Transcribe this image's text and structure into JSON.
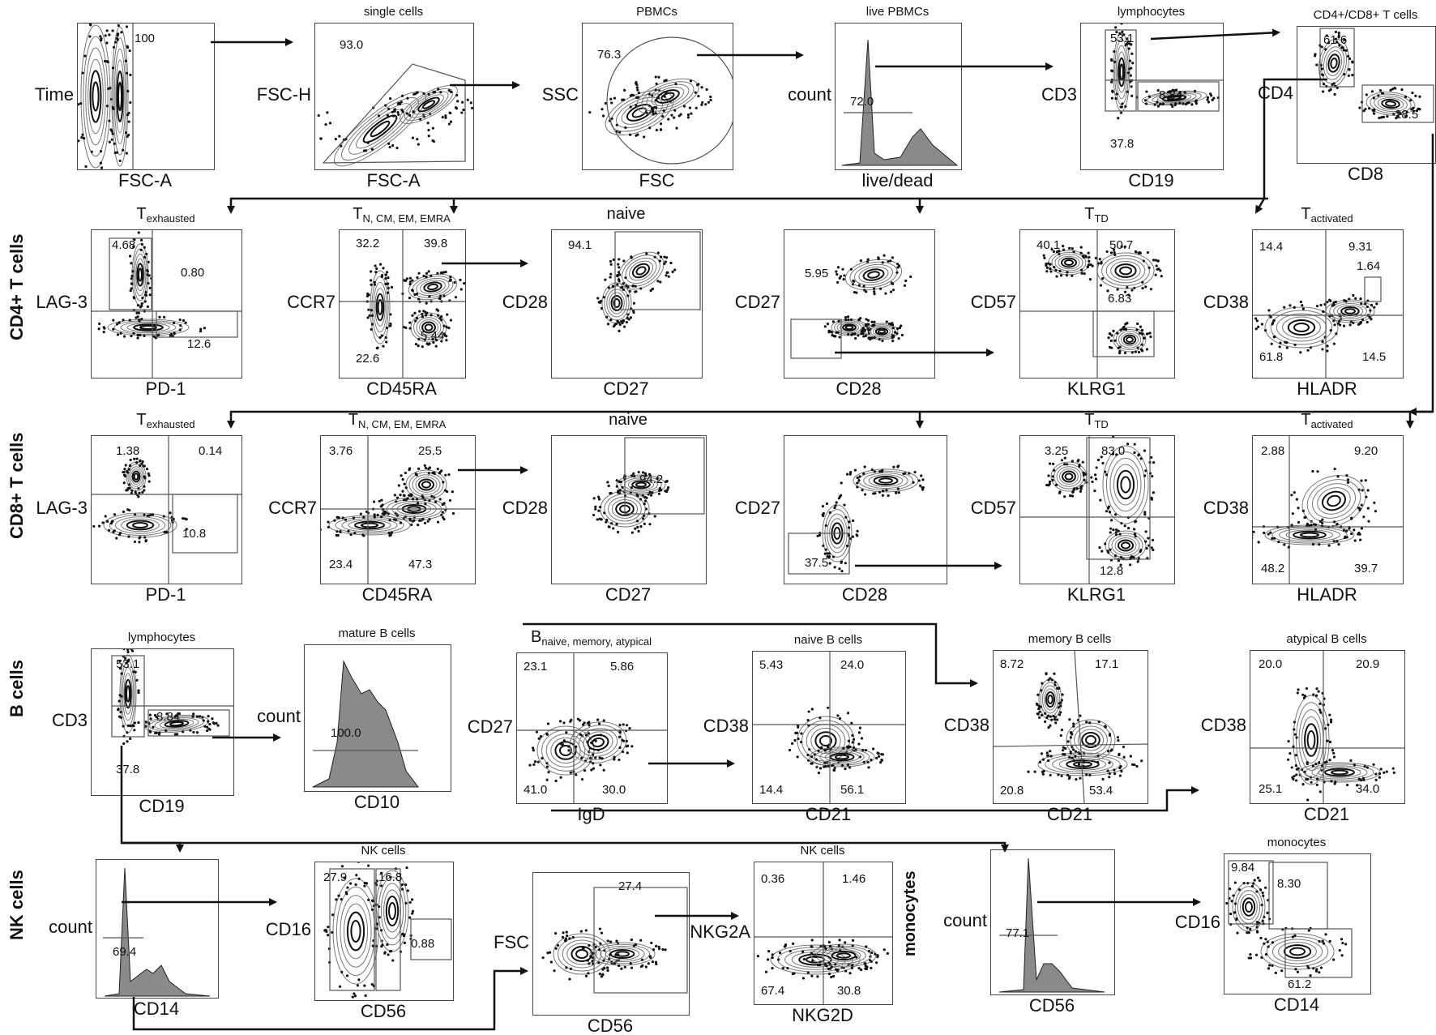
{
  "rows": [
    {
      "label": ""
    },
    {
      "label": "CD4+ T cells"
    },
    {
      "label": "CD8+ T cells"
    },
    {
      "label": "B cells"
    },
    {
      "label": "NK cells"
    }
  ],
  "panels": [
    {
      "id": "p1",
      "kind": "contour",
      "title": "",
      "title_sub": "",
      "x_label": "FSC-A",
      "y_label": "Time",
      "values": [
        "100"
      ]
    },
    {
      "id": "p2",
      "kind": "contour",
      "title": "single cells",
      "title_sub": "",
      "x_label": "FSC-A",
      "y_label": "FSC-H",
      "values": [
        "93.0"
      ]
    },
    {
      "id": "p3",
      "kind": "contour",
      "title": "PBMCs",
      "title_sub": "",
      "x_label": "FSC",
      "y_label": "SSC",
      "values": [
        "76.3"
      ]
    },
    {
      "id": "p4",
      "kind": "histogram",
      "title": "live PBMCs",
      "title_sub": "",
      "x_label": "live/dead",
      "y_label": "count",
      "values": [
        "72.0"
      ]
    },
    {
      "id": "p5",
      "kind": "contour",
      "title": "lymphocytes",
      "title_sub": "",
      "x_label": "CD19",
      "y_label": "CD3",
      "values": [
        "53.1",
        "8.84",
        "37.8"
      ]
    },
    {
      "id": "p6",
      "kind": "contour",
      "title": "CD4+/CD8+ T cells",
      "title_sub": "",
      "x_label": "CD8",
      "y_label": "CD4",
      "values": [
        "61.6",
        "28.5"
      ]
    },
    {
      "id": "p7",
      "kind": "contour",
      "title": "T",
      "title_sub": "exhausted",
      "x_label": "PD-1",
      "y_label": "LAG-3",
      "values": [
        "4.68",
        "0.80",
        "12.6"
      ]
    },
    {
      "id": "p8",
      "kind": "contour",
      "title": "T",
      "title_sub": "N, CM, EM, EMRA",
      "x_label": "CD45RA",
      "y_label": "CCR7",
      "values": [
        "32.2",
        "39.8",
        "22.6",
        "5.44"
      ]
    },
    {
      "id": "p9",
      "kind": "contour",
      "title": "naive",
      "title_sub": "",
      "x_label": "CD27",
      "y_label": "CD28",
      "values": [
        "94.1"
      ]
    },
    {
      "id": "p10",
      "kind": "contour",
      "title": "",
      "title_sub": "",
      "x_label": "CD28",
      "y_label": "CD27",
      "values": [
        "5.95"
      ]
    },
    {
      "id": "p11",
      "kind": "contour",
      "title": "T",
      "title_sub": "TD",
      "x_label": "KLRG1",
      "y_label": "CD57",
      "values": [
        "40.1",
        "50.7",
        "6.83"
      ]
    },
    {
      "id": "p12",
      "kind": "contour",
      "title": "T",
      "title_sub": "activated",
      "x_label": "HLADR",
      "y_label": "CD38",
      "values": [
        "14.4",
        "9.31",
        "1.64",
        "61.8",
        "14.5"
      ]
    },
    {
      "id": "p13",
      "kind": "contour",
      "title": "T",
      "title_sub": "exhausted",
      "x_label": "PD-1",
      "y_label": "LAG-3",
      "values": [
        "1.38",
        "0.14",
        "10.8"
      ]
    },
    {
      "id": "p14",
      "kind": "contour",
      "title": "T",
      "title_sub": "N, CM, EM, EMRA",
      "x_label": "CD45RA",
      "y_label": "CCR7",
      "values": [
        "3.76",
        "25.5",
        "23.4",
        "47.3"
      ]
    },
    {
      "id": "p15",
      "kind": "contour",
      "title": "naive",
      "title_sub": "",
      "x_label": "CD27",
      "y_label": "CD28",
      "values": [
        "94.2"
      ]
    },
    {
      "id": "p16",
      "kind": "contour",
      "title": "",
      "title_sub": "",
      "x_label": "CD28",
      "y_label": "CD27",
      "values": [
        "37.5"
      ]
    },
    {
      "id": "p17",
      "kind": "contour",
      "title": "T",
      "title_sub": "TD",
      "x_label": "KLRG1",
      "y_label": "CD57",
      "values": [
        "3.25",
        "83.0",
        "12.8"
      ]
    },
    {
      "id": "p18",
      "kind": "contour",
      "title": "T",
      "title_sub": "activated",
      "x_label": "HLADR",
      "y_label": "CD38",
      "values": [
        "2.88",
        "9.20",
        "48.2",
        "39.7"
      ]
    },
    {
      "id": "p19",
      "kind": "contour",
      "title": "lymphocytes",
      "title_sub": "",
      "x_label": "CD19",
      "y_label": "CD3",
      "values": [
        "53.1",
        "8.84",
        "37.8"
      ]
    },
    {
      "id": "p20",
      "kind": "histogram",
      "title": "mature B cells",
      "title_sub": "",
      "x_label": "CD10",
      "y_label": "count",
      "values": [
        "100.0"
      ]
    },
    {
      "id": "p21",
      "kind": "contour",
      "title": "B",
      "title_sub": "naive, memory, atypical",
      "x_label": "IgD",
      "y_label": "CD27",
      "values": [
        "23.1",
        "5.86",
        "41.0",
        "30.0"
      ]
    },
    {
      "id": "p22",
      "kind": "contour",
      "title": "naive B cells",
      "title_sub": "",
      "x_label": "CD21",
      "y_label": "CD38",
      "values": [
        "5.43",
        "24.0",
        "14.4",
        "56.1"
      ]
    },
    {
      "id": "p23",
      "kind": "contour",
      "title": "memory B cells",
      "title_sub": "",
      "x_label": "CD21",
      "y_label": "CD38",
      "values": [
        "8.72",
        "17.1",
        "20.8",
        "53.4"
      ]
    },
    {
      "id": "p24",
      "kind": "contour",
      "title": "atypical B cells",
      "title_sub": "",
      "x_label": "CD21",
      "y_label": "CD38",
      "values": [
        "20.0",
        "20.9",
        "25.1",
        "34.0"
      ]
    },
    {
      "id": "p25",
      "kind": "histogram",
      "title": "",
      "title_sub": "",
      "x_label": "CD14",
      "y_label": "count",
      "values": [
        "69.4"
      ]
    },
    {
      "id": "p26",
      "kind": "contour",
      "title": "NK cells",
      "title_sub": "",
      "x_label": "CD56",
      "y_label": "CD16",
      "values": [
        "27.9",
        "16.8",
        "0.88"
      ]
    },
    {
      "id": "p27",
      "kind": "contour",
      "title": "",
      "title_sub": "",
      "x_label": "CD56",
      "y_label": "FSC",
      "values": [
        "27.4"
      ]
    },
    {
      "id": "p28",
      "kind": "contour",
      "title": "NK cells",
      "title_sub": "",
      "x_label": "NKG2D",
      "y_label": "NKG2A",
      "values": [
        "0.36",
        "1.46",
        "67.4",
        "30.8"
      ]
    },
    {
      "id": "p29",
      "kind": "histogram",
      "title": "",
      "title_sub": "",
      "x_label": "CD56",
      "y_label": "count",
      "values": [
        "77.1"
      ]
    },
    {
      "id": "p30",
      "kind": "contour",
      "title": "monocytes",
      "title_sub": "",
      "x_label": "CD14",
      "y_label": "CD16",
      "values": [
        "9.84",
        "8.30",
        "61.2"
      ]
    }
  ],
  "side_labels": {
    "monocytes": "monocytes"
  },
  "colors": {
    "line": "#111111",
    "fill": "#8a8a8a",
    "gate": "#555555"
  }
}
